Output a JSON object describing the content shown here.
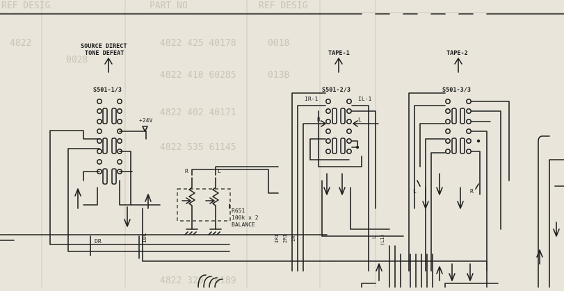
{
  "bleed_through_table": {
    "headers": [
      "REF DESIG",
      "PART NO",
      "REF DESIG"
    ],
    "cells": [
      "0018",
      "4822 425 40178",
      "0028",
      "013B",
      "4822 410 60285",
      "4822 402 40171",
      "4822 535 61145",
      "4822 320 20189",
      "4822"
    ]
  },
  "switch_groups": {
    "s501_1": {
      "caption_line1": "SOURCE DIRECT",
      "caption_line2": "TONE DEFEAT",
      "name": "S501-1/3"
    },
    "s501_2": {
      "caption": "TAPE-1",
      "name": "S501-2/3",
      "left_label": "IR-1",
      "right_label": "IL-1",
      "inner_r": "R",
      "inner_l": "L"
    },
    "s501_3": {
      "caption": "TAPE-2",
      "name": "S501-3/3"
    }
  },
  "supply": {
    "label": "+24V"
  },
  "balance_control": {
    "ch_r": "R",
    "ch_l": "L",
    "ref": "R651",
    "value": "100k x 2",
    "function": "BALANCE"
  },
  "wire_labels": {
    "dr": "DR",
    "idl": "IDL",
    "ir1": "IR1",
    "two_r1": "2R1",
    "ir": "IR",
    "l": "L",
    "il1": "(L1)",
    "tape2_l": "L",
    "tape2_r": "R"
  }
}
